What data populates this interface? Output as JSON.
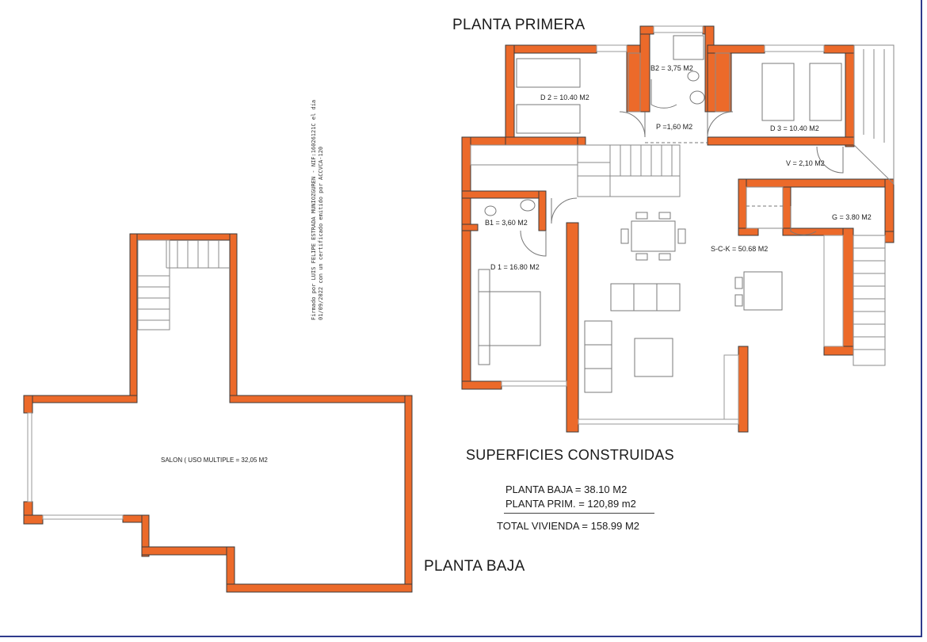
{
  "titles": {
    "upper_floor": "PLANTA PRIMERA",
    "ground_floor": "PLANTA BAJA",
    "summary_heading": "SUPERFICIES CONSTRUIDAS"
  },
  "rooms": {
    "d2": "D 2 = 10.40 M2",
    "b2": "B2 = 3,75 M2",
    "p": "P =1,60 M2",
    "d3": "D 3 = 10.40 M2",
    "v": "V = 2,10 M2",
    "b1": "B1 = 3,60 M2",
    "g": "G = 3.80 M2",
    "d1": "D 1 = 16.80 M2",
    "sck": "S-C-K = 50.68  M2",
    "salon": "SALON ( USO MULTIPLE  = 32,05 M2"
  },
  "summary": {
    "planta_baja": "PLANTA BAJA = 38.10 M2",
    "planta_prim": "PLANTA PRIM. = 120,89 m2",
    "total": "TOTAL VIVIENDA = 158.99 M2"
  },
  "signature": {
    "line1": "Firmado por LUIS FELIPE ESTRADA MUNIOZGUREN - NIF:16026121C el día",
    "line2": "01/09/2022 con un certificado emitido por ACCVCA-120"
  },
  "colors": {
    "wall": "#ec6a2a",
    "sheet_border": "#2f3b8c"
  }
}
